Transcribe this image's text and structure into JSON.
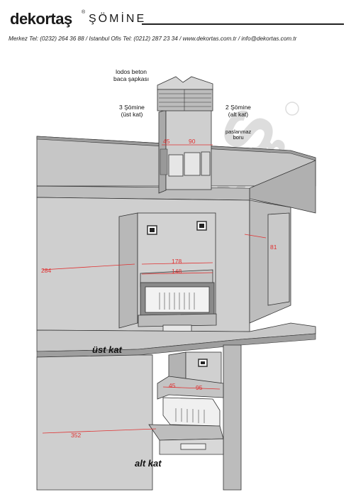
{
  "brand": {
    "name": "dekortaş",
    "reg": "®",
    "product": "ŞÖMİNE"
  },
  "contact": "Merkez Tel: (0232) 264 36 88  /  Istanbul Ofis Tel: (0212) 287 23 34  / www.dekortas.com.tr / info@dekortas.com.tr",
  "watermark": "dekortaş",
  "labels": {
    "cap_line1": "lodos beton",
    "cap_line2": "baca şapkası",
    "flue3_line1": "3 Şömine",
    "flue3_line2": "(üst kat)",
    "flue2_line1": "2 Şömine",
    "flue2_line2": "(alt kat)",
    "pipe_line1": "paslanmaz",
    "pipe_line2": "boru",
    "upper_floor": "üst kat",
    "lower_floor": "alt kat"
  },
  "dimensions": {
    "d45_top": "45",
    "d90_top": "90",
    "d284": "284",
    "d178": "178",
    "d148": "148",
    "d352": "352",
    "d45_low": "45",
    "d95_low": "95",
    "d_side": "81"
  },
  "colors": {
    "wall": "#cfcfcf",
    "wall_dark": "#b5b5b5",
    "roof": "#c4c4c4",
    "dim": "#e03030",
    "outline": "#333333"
  }
}
